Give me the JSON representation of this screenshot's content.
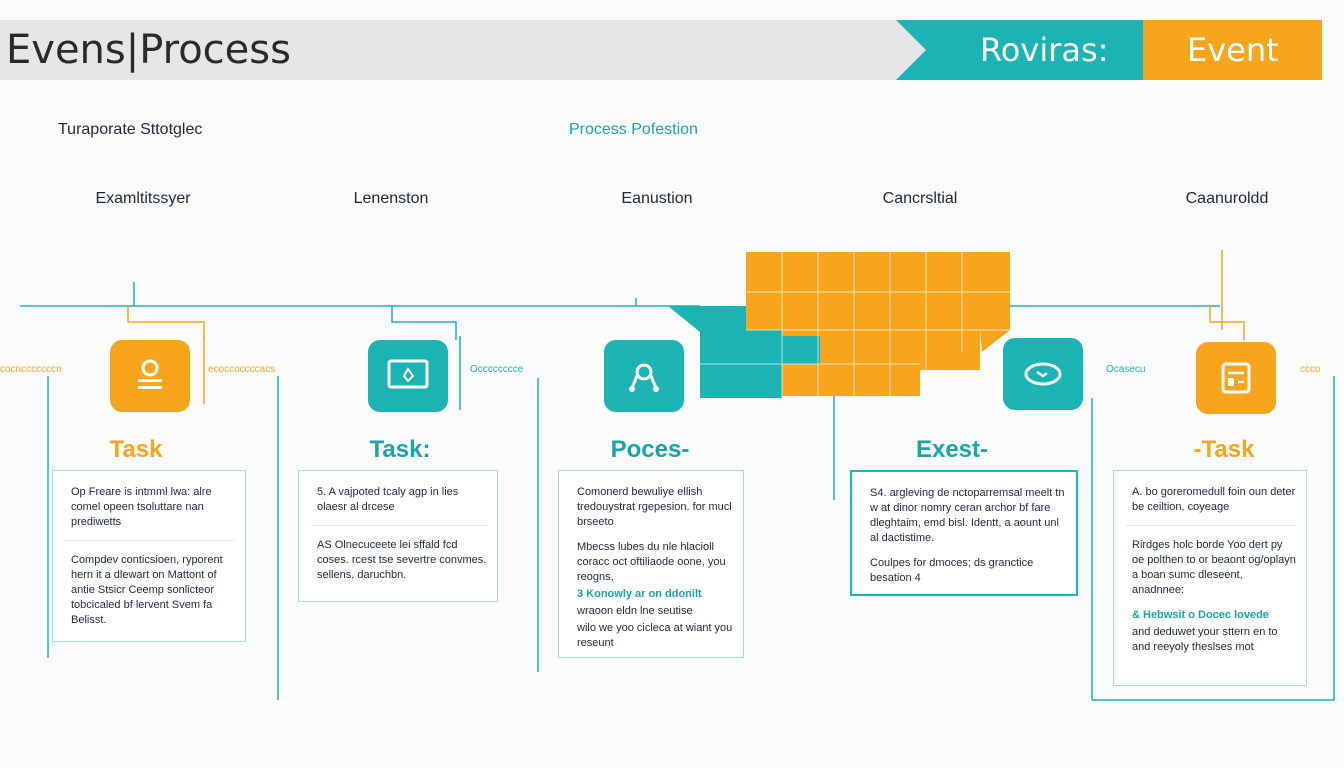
{
  "header": {
    "title": "Evens|Process",
    "teal_label": "Roviras:",
    "orange_label": "Event"
  },
  "subtitles": {
    "left": "Turaporate Sttotglec",
    "center": "Process Pofestion"
  },
  "phases": [
    "Examltitssyer",
    "Lenenston",
    "Eanustion",
    "Cancrsltial",
    "Caanuroldd"
  ],
  "connector_texts": [
    "cocncccccccn",
    "ecoccoccccacs",
    "Occcccccce",
    "Ocasecu",
    "ccco"
  ],
  "nodes": [
    {
      "label": "Task",
      "kind": "orange",
      "icon": "person-icon",
      "card": [
        {
          "text": "Op Freare is intmml lwa: alre comel opeen tsoluttare nan prediwetts"
        },
        {
          "text": "Compdev conticsioen, ryporent hern it a dlewart on Mattont of antie Stsicr Ceemp sonlicteor tobcicaled bf lervent Svem fa Belisst."
        }
      ]
    },
    {
      "label": "Task:",
      "kind": "teal",
      "icon": "monitor-icon",
      "card": [
        {
          "text": "5. A vajpoted tcaly agp in lies olaesr al drcese"
        },
        {
          "text": "AS Olnecuceete lei sffald fcd coses. rcest tse severtre convmes. sellens, daruchbn."
        }
      ]
    },
    {
      "label": "Poces-",
      "kind": "teal",
      "icon": "gear-icon",
      "card": [
        {
          "text": "Comonerd bewuliye ellish tredouystrat rgepesion. for mucl brseeto"
        },
        {
          "text": "Mbecss lubes du nle hlacioll coracc oct oftiliaode oone, you reogns,"
        },
        {
          "text": "3 Konowly ar on ddonilt",
          "highlight": true
        },
        {
          "text": "wraoon eldn lne seutise"
        },
        {
          "text": "wilo we yoo cicleca at wiant you reseunt"
        }
      ]
    },
    {
      "label": "Exest-",
      "kind": "teal",
      "icon": "eye-icon",
      "card": [
        {
          "text": "S4. argleving de nctoparremsal meelt tn w at dinor nomry ceran archor bf fare dleghtaim, emd bisl. Identt, a aount unl al dactistime."
        },
        {
          "text": "Coulpes for dmoces; ds granctice besation 4"
        }
      ]
    },
    {
      "label": "-Task",
      "kind": "orange",
      "icon": "document-icon",
      "card": [
        {
          "text": "A. bo goreromedull foin oun deter be ceiltion. coyeage"
        },
        {
          "text": "Rirdges holc borde Yoo dert py oe polthen to or beaont og/oplayn a boan sumc dleseent, anadnnee:"
        },
        {
          "text": "& Hebwsit o Docec lovede",
          "highlight": true
        },
        {
          "text": "and deduwet your sttern en to and reeyoly theslses mot"
        }
      ]
    }
  ],
  "colors": {
    "teal": "#1bb3b3",
    "orange": "#f6a51d",
    "header_gray": "#e6e6e6"
  }
}
